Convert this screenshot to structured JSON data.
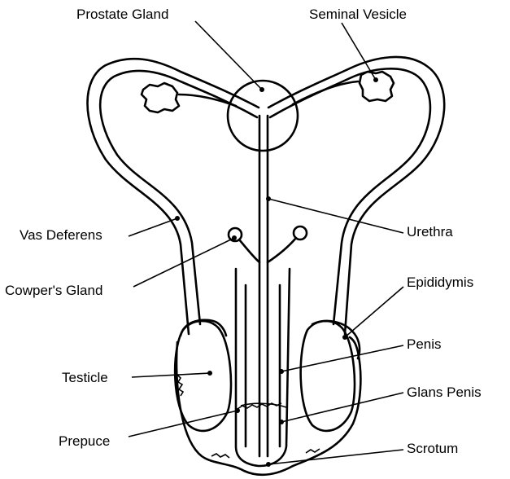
{
  "labels": {
    "prostate_gland": "Prostate Gland",
    "seminal_vesicle": "Seminal Vesicle",
    "vas_deferens": "Vas Deferens",
    "urethra": "Urethra",
    "cowpers_gland": "Cowper's Gland",
    "epididymis": "Epididymis",
    "penis": "Penis",
    "testicle": "Testicle",
    "glans_penis": "Glans Penis",
    "prepuce": "Prepuce",
    "scrotum": "Scrotum"
  }
}
